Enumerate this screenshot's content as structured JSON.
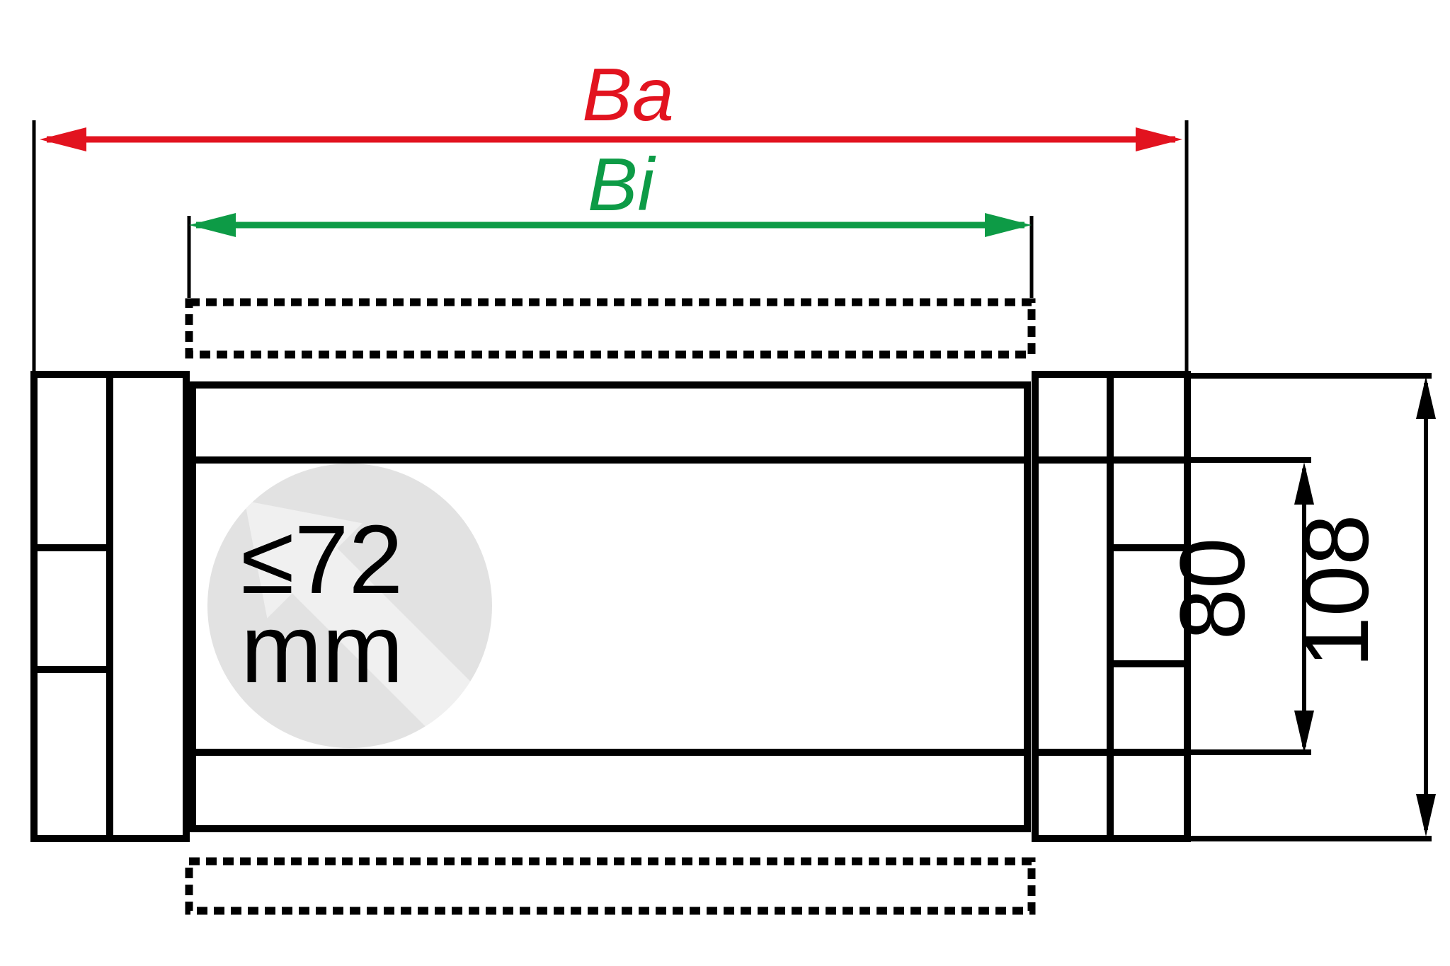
{
  "drawing": {
    "dimensions": {
      "outer_width_label": "Ba",
      "inner_width_label": "Bi",
      "inner_height_label": "80",
      "outer_height_label": "108"
    },
    "watermark": {
      "line1": "≤72",
      "line2": "mm"
    },
    "colors": {
      "background": "#ffffff",
      "line": "#000000",
      "outer_width": "#e2131f",
      "inner_width": "#0d9b46",
      "watermark_circle": "#e2e2e2",
      "watermark_arrow": "#f0f0f0"
    }
  }
}
